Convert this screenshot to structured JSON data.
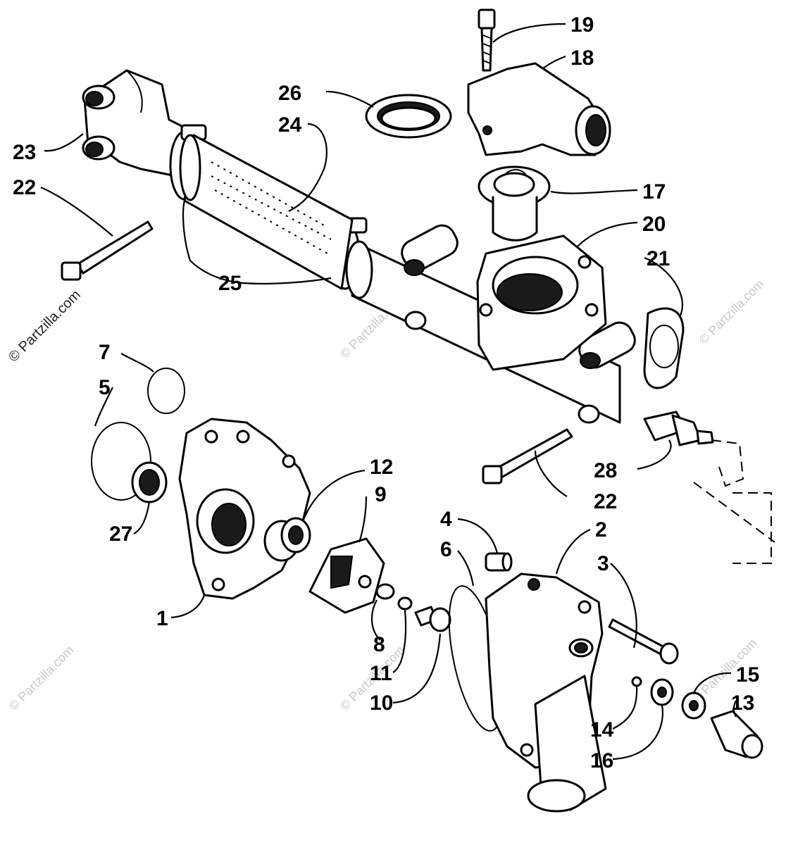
{
  "watermark": {
    "primary": "© Partzilla.com",
    "faded": "© Partzilla.com"
  },
  "callouts": {
    "c1": "1",
    "c2": "2",
    "c3": "3",
    "c4": "4",
    "c5": "5",
    "c6": "6",
    "c7": "7",
    "c8": "8",
    "c9": "9",
    "c10": "10",
    "c11": "11",
    "c12": "12",
    "c13": "13",
    "c14": "14",
    "c15": "15",
    "c16": "16",
    "c17": "17",
    "c18": "18",
    "c19": "19",
    "c20": "20",
    "c21": "21",
    "c22a": "22",
    "c22b": "22",
    "c23": "23",
    "c24": "24",
    "c25": "25",
    "c26": "26",
    "c27": "27",
    "c28": "28"
  }
}
